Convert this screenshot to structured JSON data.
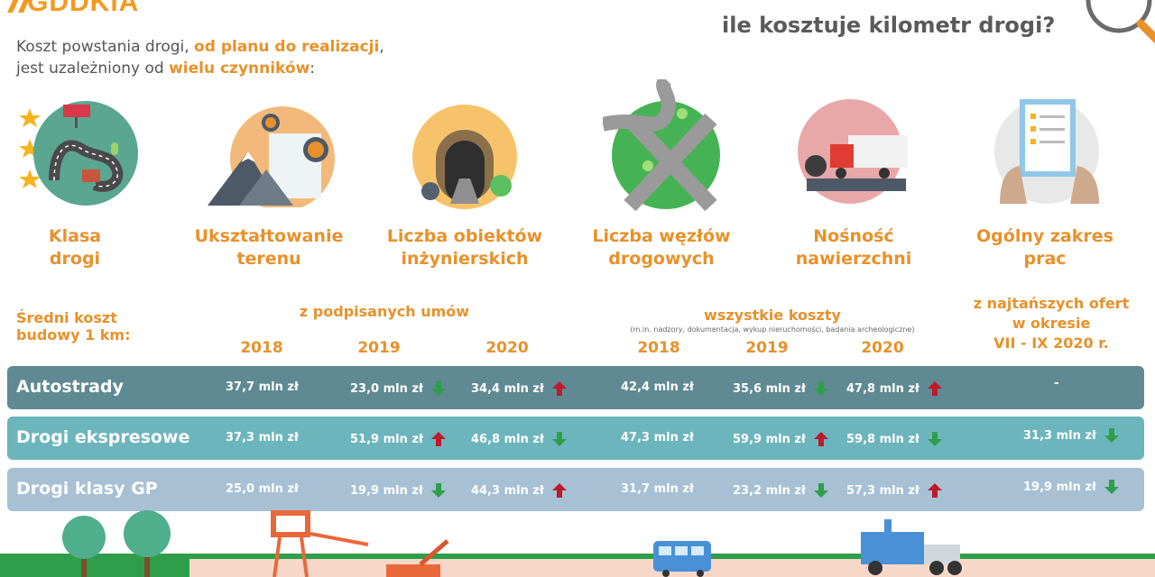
{
  "brand": {
    "logo_text": "GDDKiA"
  },
  "header": {
    "title": "ile kosztuje kilometr drogi?"
  },
  "intro": {
    "line1_pre": "Koszt powstania drogi, ",
    "line1_bold": "od planu do realizacji",
    "line1_post": ",",
    "line2_pre": "jest uzależniony od ",
    "line2_bold": "wielu czynników",
    "line2_post": ":"
  },
  "factors": [
    {
      "line1": "Klasa",
      "line2": "drogi",
      "icon": "road-class-icon"
    },
    {
      "line1": "Ukształtowanie",
      "line2": "terenu",
      "icon": "terrain-icon"
    },
    {
      "line1": "Liczba obiektów",
      "line2": "inżynierskich",
      "icon": "tunnel-icon"
    },
    {
      "line1": "Liczba węzłów",
      "line2": "drogowych",
      "icon": "interchange-icon"
    },
    {
      "line1": "Nośność",
      "line2": "nawierzchni",
      "icon": "load-capacity-icon"
    },
    {
      "line1": "Ogólny zakres",
      "line2": "prac",
      "icon": "checklist-icon"
    }
  ],
  "table": {
    "row_header_line1": "Średni koszt",
    "row_header_line2": "budowy 1 km:",
    "group_contracts": "z podpisanych umów",
    "group_all_costs": "wszystkie koszty",
    "group_all_costs_note": "(m.in. nadzory, dokumentacja, wykup nieruchomości, badania archeologiczne)",
    "group_cheapest_line1": "z najtańszych ofert",
    "group_cheapest_line2": "w okresie",
    "group_cheapest_line3": "VII - IX 2020 r.",
    "years_contracts": [
      "2018",
      "2019",
      "2020"
    ],
    "years_all": [
      "2018",
      "2019",
      "2020"
    ],
    "rows": [
      {
        "label": "Autostrady",
        "color": "#5f8a93",
        "contracts": [
          "37,7 mln zł",
          "23,0 mln zł",
          "34,4 mln zł"
        ],
        "contracts_trend": [
          "",
          "down",
          "up"
        ],
        "all": [
          "42,4 mln zł",
          "35,6 mln zł",
          "47,8 mln zł"
        ],
        "all_trend": [
          "",
          "down",
          "up"
        ],
        "cheapest": "-",
        "cheapest_trend": ""
      },
      {
        "label": "Drogi ekspresowe",
        "color": "#6db5bd",
        "contracts": [
          "37,3 mln zł",
          "51,9 mln zł",
          "46,8 mln zł"
        ],
        "contracts_trend": [
          "",
          "up",
          "down"
        ],
        "all": [
          "47,3 mln zł",
          "59,9 mln zł",
          "59,8 mln zł"
        ],
        "all_trend": [
          "",
          "up",
          "down"
        ],
        "cheapest": "31,3 mln zł",
        "cheapest_trend": "down"
      },
      {
        "label": "Drogi klasy GP",
        "color": "#a7c0d4",
        "contracts": [
          "25,0 mln zł",
          "19,9 mln zł",
          "44,3 mln zł"
        ],
        "contracts_trend": [
          "",
          "down",
          "up"
        ],
        "all": [
          "31,7 mln zł",
          "23,2 mln zł",
          "57,3 mln zł"
        ],
        "all_trend": [
          "",
          "down",
          "up"
        ],
        "cheapest": "19,9 mln zł",
        "cheapest_trend": "down"
      }
    ]
  },
  "colors": {
    "accent": "#e8912a",
    "up": "#c0192b",
    "down": "#2f9e4a"
  }
}
